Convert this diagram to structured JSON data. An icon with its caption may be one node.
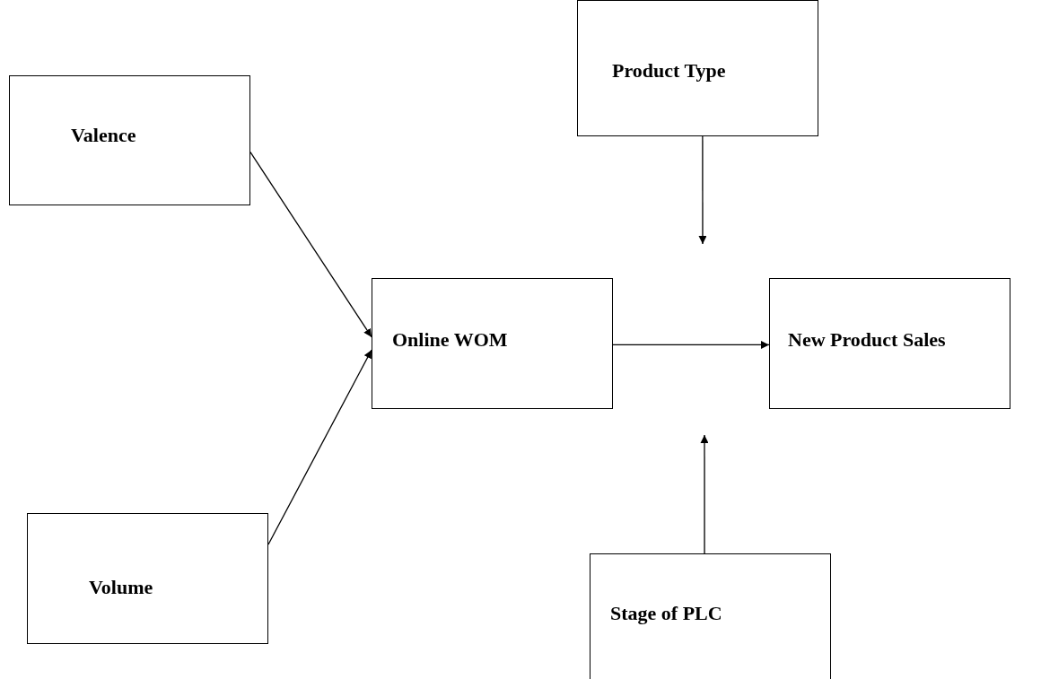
{
  "diagram": {
    "nodes": [
      {
        "text": [
          "Valence"
        ]
      },
      {
        "text": [
          "Volume"
        ]
      },
      {
        "text": [
          "Online WOM"
        ]
      },
      {
        "text": [
          "Product Type"
        ]
      },
      {
        "text": [
          "New Product Sales"
        ]
      },
      {
        "text": [
          "Stage of PLC"
        ]
      }
    ],
    "edges": [
      {
        "from": 0,
        "to": 2,
        "arrow": "to"
      },
      {
        "from": 1,
        "to": 2,
        "arrow": "to"
      },
      {
        "from": 2,
        "to": 4,
        "arrow": "to"
      },
      {
        "from": 3,
        "to": null,
        "arrow": "to"
      },
      {
        "from": 5,
        "to": null,
        "arrow": "to"
      }
    ]
  }
}
